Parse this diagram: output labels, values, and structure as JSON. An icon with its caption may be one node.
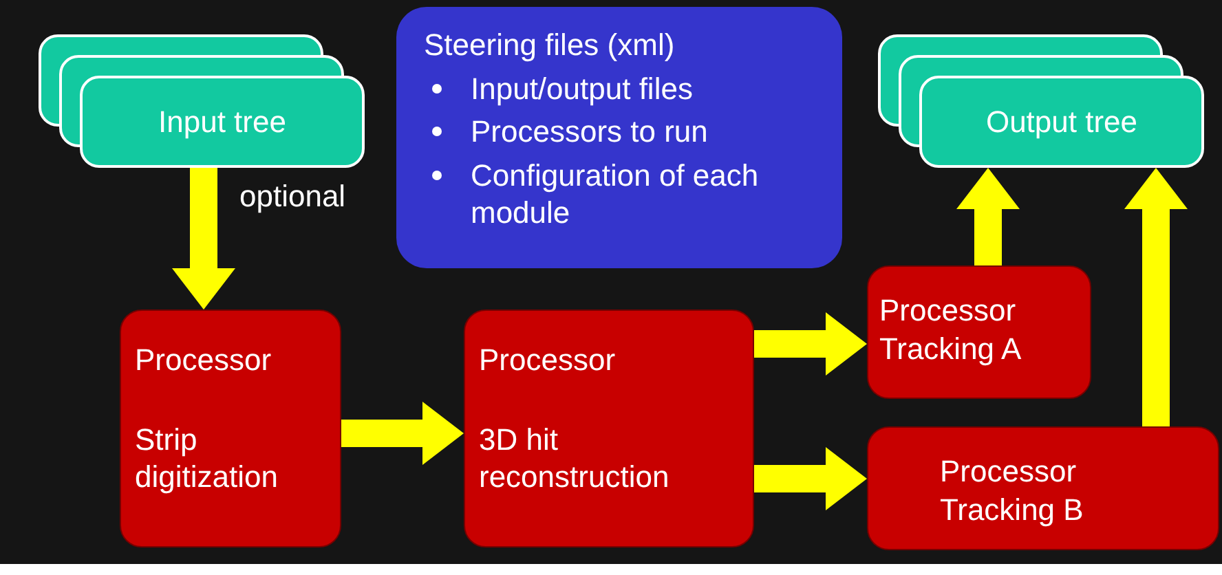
{
  "diagram": {
    "nodes": [
      {
        "text": [
          "Input tree"
        ]
      },
      {
        "text": [
          "Steering files (xml)",
          "Input/output files",
          "Processors to run",
          "Configuration of each module"
        ]
      },
      {
        "text": [
          "Output tree"
        ]
      },
      {
        "text": [
          "Processor",
          "Strip digitization"
        ]
      },
      {
        "text": [
          "Processor",
          "3D hit reconstruction"
        ]
      },
      {
        "text": [
          "Processor Tracking A"
        ]
      },
      {
        "text": [
          "Processor Tracking B"
        ]
      }
    ],
    "edges": [
      {
        "from": 0,
        "to": 3,
        "arrow": "to",
        "label": "optional"
      },
      {
        "from": 3,
        "to": 4,
        "arrow": "to"
      },
      {
        "from": 4,
        "to": 5,
        "arrow": "to"
      },
      {
        "from": 4,
        "to": 6,
        "arrow": "to"
      },
      {
        "from": 5,
        "to": 2,
        "arrow": "to"
      },
      {
        "from": 6,
        "to": 2,
        "arrow": "to"
      }
    ]
  }
}
